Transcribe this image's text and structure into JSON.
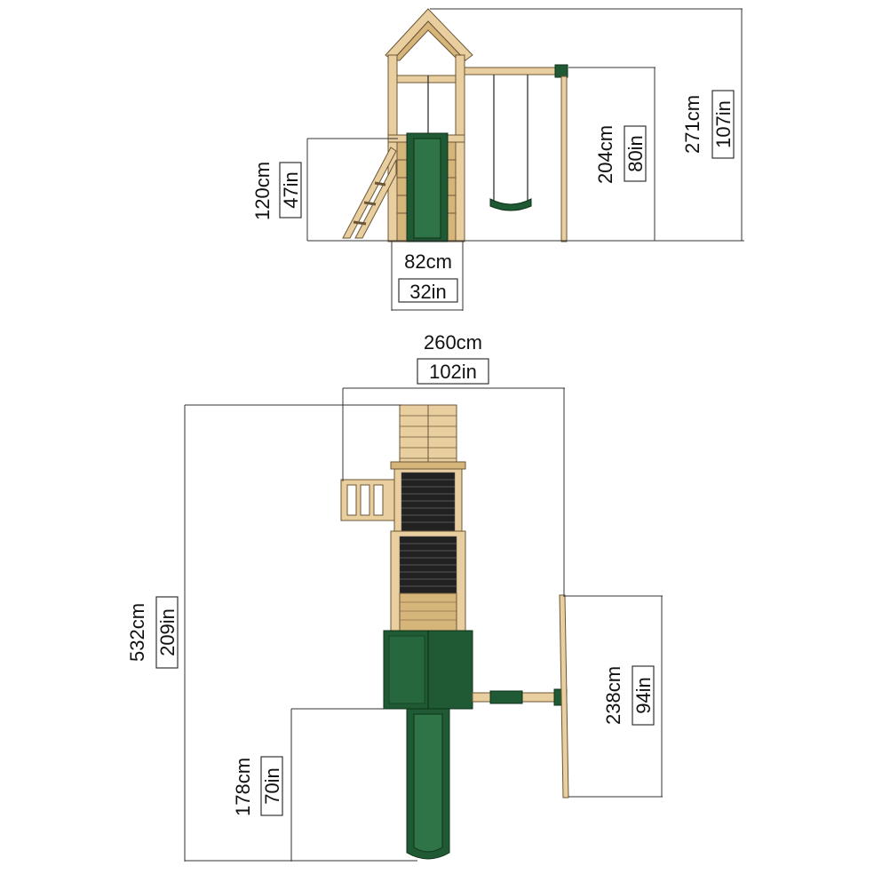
{
  "elevation_view": {
    "platform_height": {
      "metric": "120cm",
      "imperial": "47in"
    },
    "tower_width": {
      "metric": "82cm",
      "imperial": "32in"
    },
    "swing_beam_height": {
      "metric": "204cm",
      "imperial": "80in"
    },
    "overall_height": {
      "metric": "271cm",
      "imperial": "107in"
    }
  },
  "plan_view": {
    "overall_width": {
      "metric": "260cm",
      "imperial": "102in"
    },
    "overall_length": {
      "metric": "532cm",
      "imperial": "209in"
    },
    "slide_length": {
      "metric": "178cm",
      "imperial": "70in"
    },
    "swing_frame_width": {
      "metric": "238cm",
      "imperial": "94in"
    }
  },
  "colors": {
    "wood": "#e9cf9f",
    "wood_outline": "#6b5636",
    "plastic_green": "#1f5a34",
    "dimension_line": "#333333"
  }
}
